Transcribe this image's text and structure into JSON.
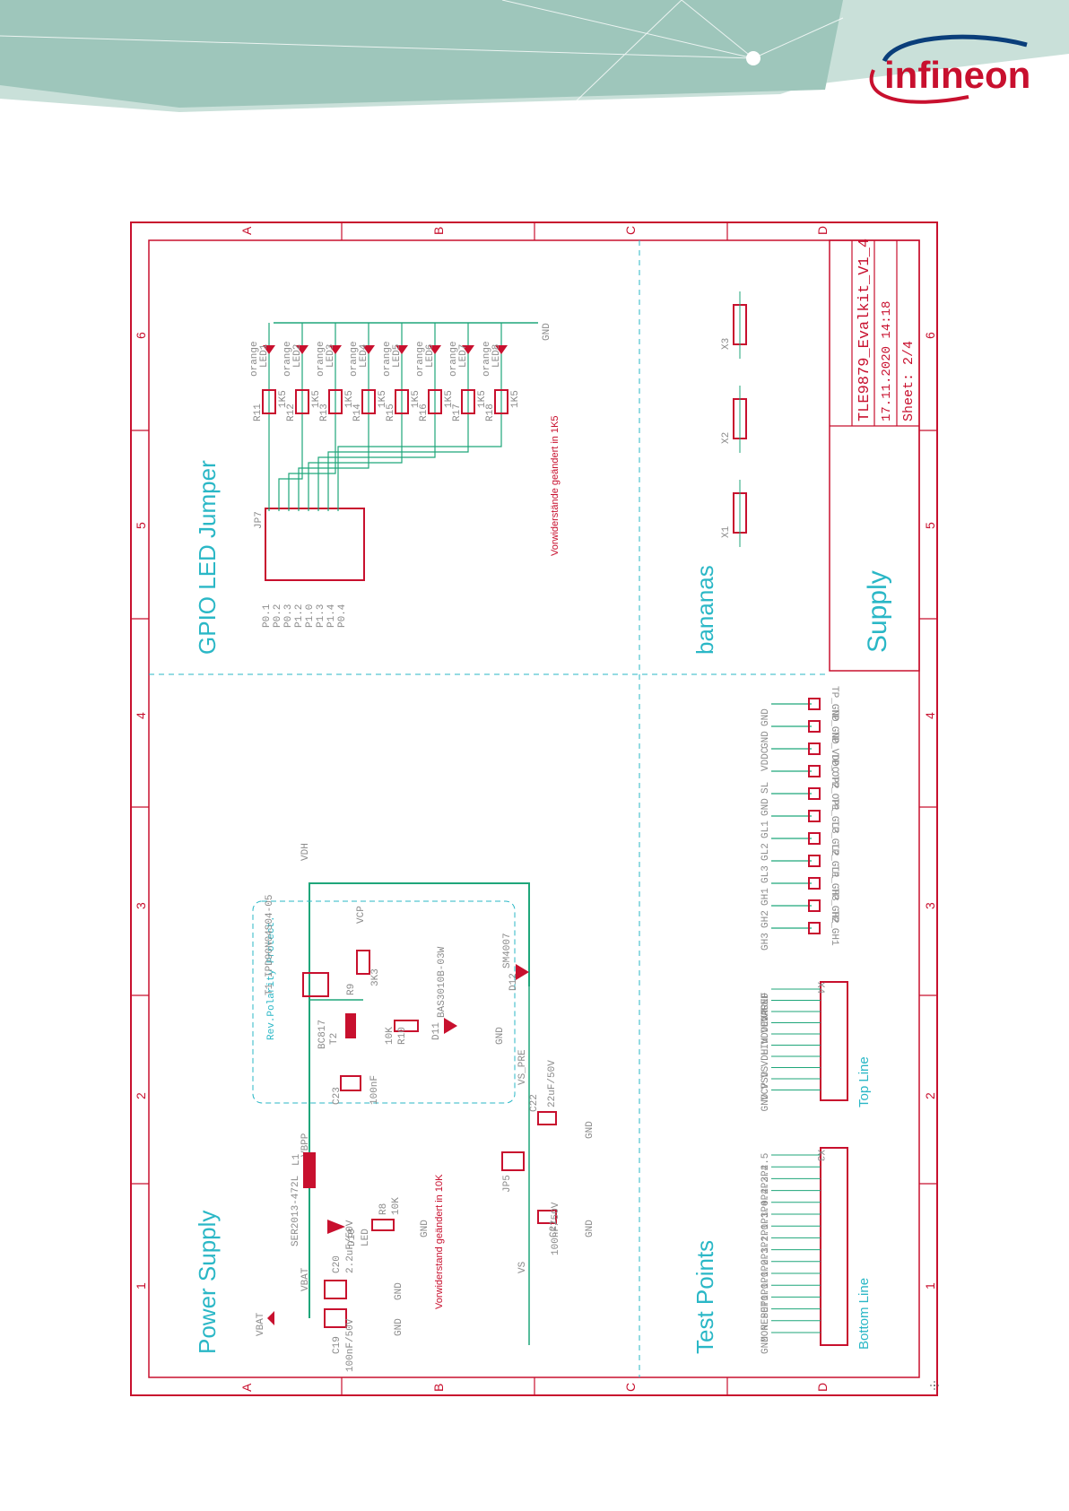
{
  "header": {
    "brand_name": "infineon",
    "band_colors": {
      "dark": "#9ec6bb",
      "light": "#c9e0d9"
    },
    "brand_color": "#c8102e",
    "brand_arc_color": "#0a3e7a"
  },
  "frame": {
    "row_letters": [
      "A",
      "B",
      "C",
      "D"
    ],
    "col_numbers": [
      "6",
      "5",
      "4",
      "3",
      "2",
      "1"
    ],
    "border_color": "#c8102e",
    "zone_color": "#2ab7c6"
  },
  "sections": {
    "power_supply": "Power Supply",
    "gpio_led_jumper": "GPIO LED Jumper",
    "test_points": "Test Points",
    "bananas": "bananas",
    "supply": "Supply"
  },
  "title_block": {
    "project": "TLE9879_Evalkit_V1_4",
    "date": "17.11.2020 14:18",
    "sheet": "Sheet: 2/4"
  },
  "notes": {
    "led_resistors": "Vorwiderstände geändert in 1K5",
    "r8_resistor": "Vorwiderstand geändert in 10K",
    "rev_polarity": "Rev.Polarity Protect."
  },
  "power_nets": [
    "VBAT",
    "VBAT",
    "VBPP",
    "VDH",
    "VCP",
    "VS_PRE",
    "VS",
    "GND"
  ],
  "power_parts": {
    "c19": [
      "C19",
      "100nF/50V"
    ],
    "c20": [
      "C20",
      "2.2uF/50V"
    ],
    "c21": [
      "C21",
      "100nF/50V"
    ],
    "c22": [
      "C22",
      "22uF/50V"
    ],
    "c23": [
      "C23",
      "100nF"
    ],
    "l1": [
      "L1",
      "SER2013-472L"
    ],
    "r8": [
      "R8",
      "10K"
    ],
    "r9": [
      "R9",
      "3K3"
    ],
    "r10": [
      "R10",
      "10K"
    ],
    "d1": [
      "D10",
      "LED"
    ],
    "t1": [
      "T1",
      "IPD90N04S04-05"
    ],
    "t2": [
      "T2",
      "BC817"
    ],
    "d11": [
      "D11",
      "BAS3010B-03W"
    ],
    "d12": [
      "D12",
      "SM4007"
    ],
    "jp5": "JP5"
  },
  "gpio": {
    "jumper": "JP7",
    "port_labels": [
      "P0.1",
      "P0.2",
      "P0.3",
      "P1.2",
      "P1.0",
      "P1.3",
      "P1.4",
      "P0.4"
    ],
    "resistors": [
      "R11",
      "R12",
      "R13",
      "R14",
      "R15",
      "R16",
      "R17",
      "R18"
    ],
    "resistor_value": "1K5",
    "leds": [
      "LED1",
      "LED2",
      "LED3",
      "LED4",
      "LED5",
      "LED6",
      "LED7",
      "LED8"
    ],
    "led_color": "orange",
    "gnd": "GND"
  },
  "test_points": {
    "pairs": [
      [
        "TP_GND",
        "GND"
      ],
      [
        "TP_GND",
        "GND"
      ],
      [
        "TP_VDDC",
        "VDDC"
      ],
      [
        "TP_OP2",
        "SL"
      ],
      [
        "TP_OP1",
        "GND"
      ],
      [
        "TP_GL3",
        "GL1"
      ],
      [
        "TP_GL2",
        "GL2"
      ],
      [
        "TP_GL1",
        "GL3"
      ],
      [
        "TP_GH3",
        "GH1"
      ],
      [
        "TP_GH2",
        "GH2"
      ],
      [
        "TP_GH1",
        "GH3"
      ]
    ]
  },
  "headers": {
    "top": {
      "name": "X4",
      "label": "Top Line",
      "pins": [
        "GND",
        "VAREF",
        "VDDP",
        "VDDEXT",
        "LIN",
        "VDH",
        "VS",
        "VSD",
        "VCP",
        "GND"
      ]
    },
    "bottom": {
      "name": "X3",
      "label": "Bottom Line",
      "pins": [
        "P2.5",
        "P2.4",
        "P2.3",
        "P0.4",
        "P1.4",
        "P1.3",
        "P1.0",
        "P1.2",
        "P0.3",
        "P0.2",
        "P0.1",
        "P1.1",
        "P0.0",
        "RESET",
        "MON",
        "GND"
      ]
    }
  },
  "bananas": [
    "X1",
    "X2",
    "X3"
  ]
}
